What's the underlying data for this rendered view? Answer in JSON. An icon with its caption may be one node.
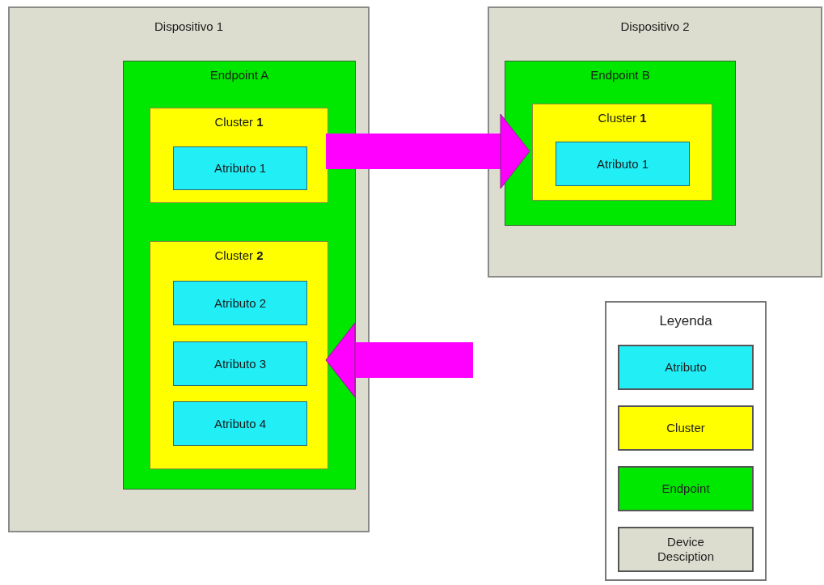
{
  "diagram": {
    "nodes": [
      {
        "text": [
          "Dispositivo 1"
        ]
      },
      {
        "text": [
          "Endpoint A"
        ],
        "in": 0
      },
      {
        "text": [
          "Cluster **1**"
        ],
        "in": 1
      },
      {
        "text": [
          "Atributo 1"
        ],
        "in": 2
      },
      {
        "text": [
          "Cluster **2**"
        ],
        "in": 1
      },
      {
        "text": [
          "Atributo 2"
        ],
        "in": 4
      },
      {
        "text": [
          "Atributo 3"
        ],
        "in": 4
      },
      {
        "text": [
          "Atributo 4"
        ],
        "in": 4
      },
      {
        "text": [
          "Dispositivo 2"
        ]
      },
      {
        "text": [
          "Endpoint B"
        ],
        "in": 8
      },
      {
        "text": [
          "Cluster **1**"
        ],
        "in": 9
      },
      {
        "text": [
          "Atributo 1"
        ],
        "in": 10
      }
    ],
    "edges": [
      {
        "from": 2,
        "to": 10,
        "arrow": "to"
      },
      {
        "from": null,
        "to": 4,
        "arrow": "to"
      }
    ],
    "labels": [
      "Leyenda"
    ],
    "legend": [
      {
        "text": "Atributo",
        "color": "#22eef6"
      },
      {
        "text": "Cluster",
        "color": "#ffff00"
      },
      {
        "text": "Endpoint",
        "color": "#00e800"
      },
      {
        "text": "Device Desciption",
        "color": "#dcdccf"
      }
    ]
  }
}
